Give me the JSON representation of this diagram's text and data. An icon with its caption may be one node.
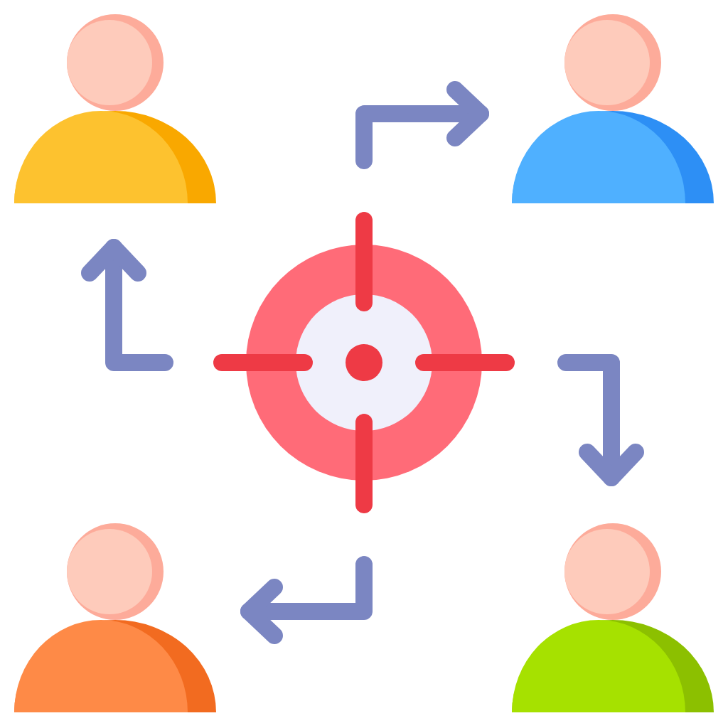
{
  "diagram": {
    "nodes": [
      {
        "text": [],
        "shape": "person"
      },
      {
        "text": [],
        "shape": "person"
      },
      {
        "text": [],
        "shape": "person"
      },
      {
        "text": [],
        "shape": "person"
      },
      {
        "text": [],
        "shape": "picture"
      }
    ],
    "edges": [
      {
        "from": 4,
        "to": 1,
        "arrow": "to"
      },
      {
        "from": 4,
        "to": 3,
        "arrow": "to"
      },
      {
        "from": 4,
        "to": 2,
        "arrow": "to"
      },
      {
        "from": 4,
        "to": 0,
        "arrow": "to"
      }
    ]
  }
}
